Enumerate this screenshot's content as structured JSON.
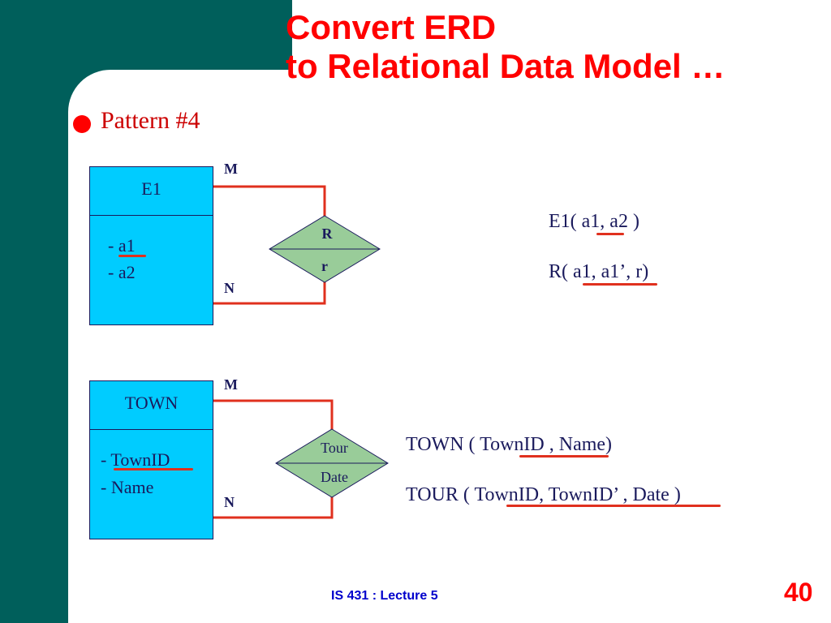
{
  "title": {
    "line1": "Convert ERD",
    "line2": "to Relational Data Model …"
  },
  "pattern_label": "Pattern #4",
  "diagram1": {
    "entity_name": "E1",
    "attributes": [
      "- a1",
      "- a2"
    ],
    "card_top": "M",
    "card_bottom": "N",
    "relationship_name": "R",
    "relationship_attribute": "r",
    "relation_e1": "E1( a1, a2 )",
    "relation_r": "R( a1, a1’, r)"
  },
  "diagram2": {
    "entity_name": "TOWN",
    "attributes": [
      "- TownID",
      "- Name"
    ],
    "card_top": "M",
    "card_bottom": "N",
    "relationship_name": "Tour",
    "relationship_attribute": "Date",
    "relation_town": "TOWN ( TownID , Name)",
    "relation_tour": "TOUR ( TownID, TownID’ , Date )"
  },
  "footer": "IS 431 : Lecture 5",
  "page_number": "40",
  "colors": {
    "teal": "#005f5b",
    "title_red": "#ff0000",
    "entity_fill": "#00ccff",
    "diamond_fill": "#99cc99",
    "line_red": "#e0301e",
    "text_navy": "#1a1a5c"
  }
}
